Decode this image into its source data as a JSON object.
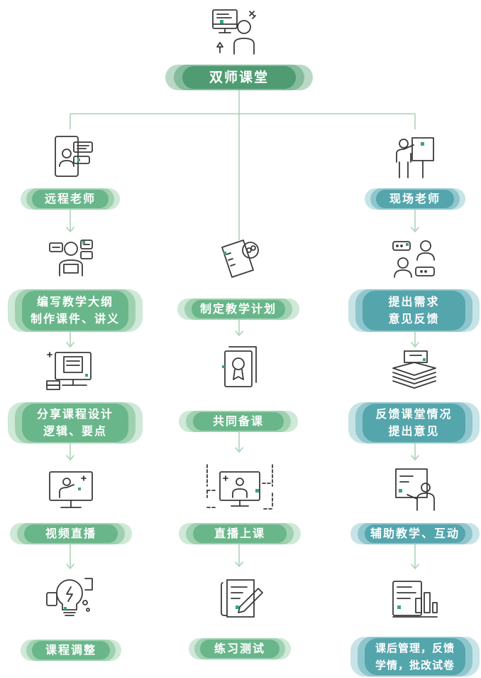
{
  "title": "双师课堂",
  "columns": {
    "left": {
      "header": "远程老师",
      "steps": [
        "编写教学大纲\n制作课件、讲义",
        "分享课程设计\n逻辑、要点",
        "视频直播",
        "课程调整"
      ]
    },
    "middle": {
      "steps": [
        "制定教学计划",
        "共同备课",
        "直播上课",
        "练习测试"
      ]
    },
    "right": {
      "header": "现场老师",
      "steps": [
        "提出需求\n意见反馈",
        "反馈课堂情况\n提出意见",
        "辅助教学、互动",
        "课后管理，反馈\n学情，批改试卷"
      ]
    }
  },
  "colors": {
    "line": "#a5d0b4",
    "icon_stroke": "#3a3a3a",
    "accent": "#3aa387",
    "green": "#69b68a",
    "teal": "#55a5ac",
    "title": "#4f9b72"
  },
  "icons": {
    "title": "teacher-at-computer-icon",
    "left_header": "video-call-tablet-icon",
    "right_header": "presenter-whiteboard-icon",
    "left": [
      "teacher-chat-icon",
      "computer-lesson-icon",
      "monitor-presenter-icon",
      "lightbulb-ideas-icon"
    ],
    "middle": [
      "notebook-plan-icon",
      "certificate-doc-icon",
      "live-screen-icon",
      "pencil-exercise-icon"
    ],
    "right": [
      "feedback-dialog-icon",
      "paper-stack-icon",
      "board-teacher-icon",
      "document-chart-icon"
    ]
  }
}
